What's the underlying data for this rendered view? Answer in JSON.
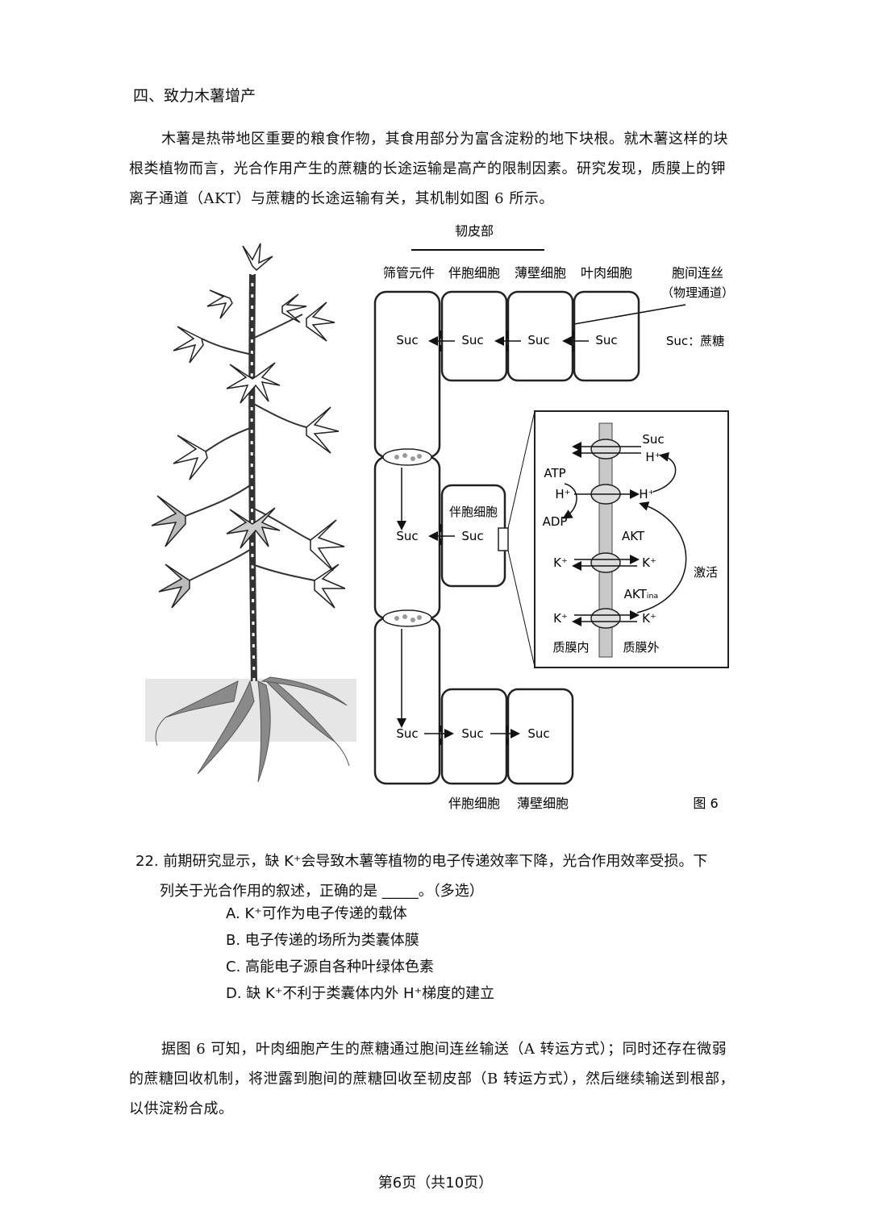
{
  "section": {
    "title": "四、致力木薯增产"
  },
  "intro": {
    "lines": [
      "木薯是热带地区重要的粮食作物，其食用部分为富含淀粉的地下块根。就木薯这样的块",
      "根类植物而言，光合作用产生的蔗糖的长途运输是高产的限制因素。研究发现，质膜上的钾",
      "离子通道（AKT）与蔗糖的长途运输有关，其机制如图 6 所示。"
    ]
  },
  "figure": {
    "phloem_label": "韧皮部",
    "col_labels": [
      "筛管元件",
      "伴胞细胞",
      "薄壁细胞",
      "叶肉细胞"
    ],
    "plasmodesmata_label": [
      "胞间连丝",
      "（物理通道）"
    ],
    "suc_legend": "Suc：蔗糖",
    "suc": "Suc",
    "companion_mid_label": "伴胞细胞",
    "bottom_labels": [
      "伴胞细胞",
      "薄壁细胞"
    ],
    "figure_caption": "图 6",
    "inset": {
      "suc": "Suc",
      "h_out": "H⁺",
      "atp": "ATP",
      "h_in": "H⁺",
      "adp": "ADP",
      "h_out2": "H⁺",
      "akt": "AKT",
      "k_in": "K⁺",
      "k_out": "K⁺",
      "akt_ina": "AKTᵢₙₐ",
      "k_in2": "K⁺",
      "k_out2": "K⁺",
      "activate": "激活",
      "inside": "质膜内",
      "outside": "质膜外"
    }
  },
  "question22": {
    "number": "22.",
    "line1": "前期研究显示，缺 K⁺会导致木薯等植物的电子传递效率下降，光合作用效率受损。下",
    "line2": "列关于光合作用的叙述，正确的是 _____。（多选）",
    "options": [
      "A.  K⁺可作为电子传递的载体",
      "B.  电子传递的场所为类囊体膜",
      "C.  高能电子源自各种叶绿体色素",
      "D.  缺 K⁺不利于类囊体内外 H⁺梯度的建立"
    ]
  },
  "conclusion": {
    "lines": [
      "据图 6 可知，叶肉细胞产生的蔗糖通过胞间连丝输送（A 转运方式）；同时还存在微弱",
      "的蔗糖回收机制，将泄露到胞间的蔗糖回收至韧皮部（B 转运方式），然后继续输送到根部，",
      "以供淀粉合成。"
    ]
  },
  "footer": {
    "page": "第6页（共10页）"
  }
}
